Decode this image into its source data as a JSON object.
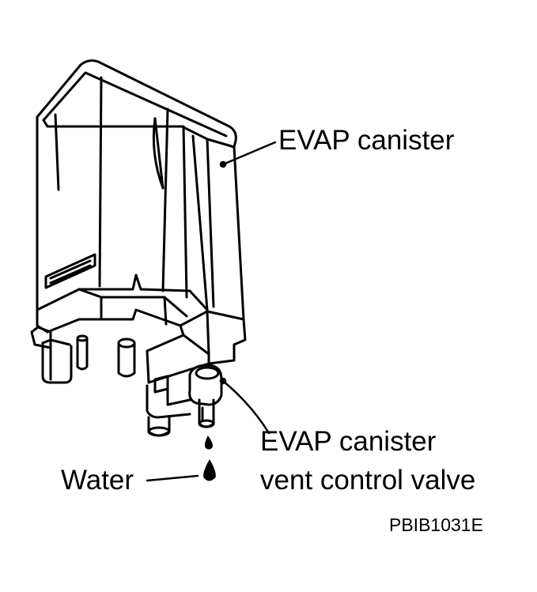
{
  "labels": {
    "evap_canister": "EVAP canister",
    "vent_valve_line1": "EVAP canister",
    "vent_valve_line2": "vent control valve",
    "water": "Water",
    "figure_code": "PBIB1031E"
  },
  "colors": {
    "ink": "#000000",
    "paper": "#ffffff"
  }
}
